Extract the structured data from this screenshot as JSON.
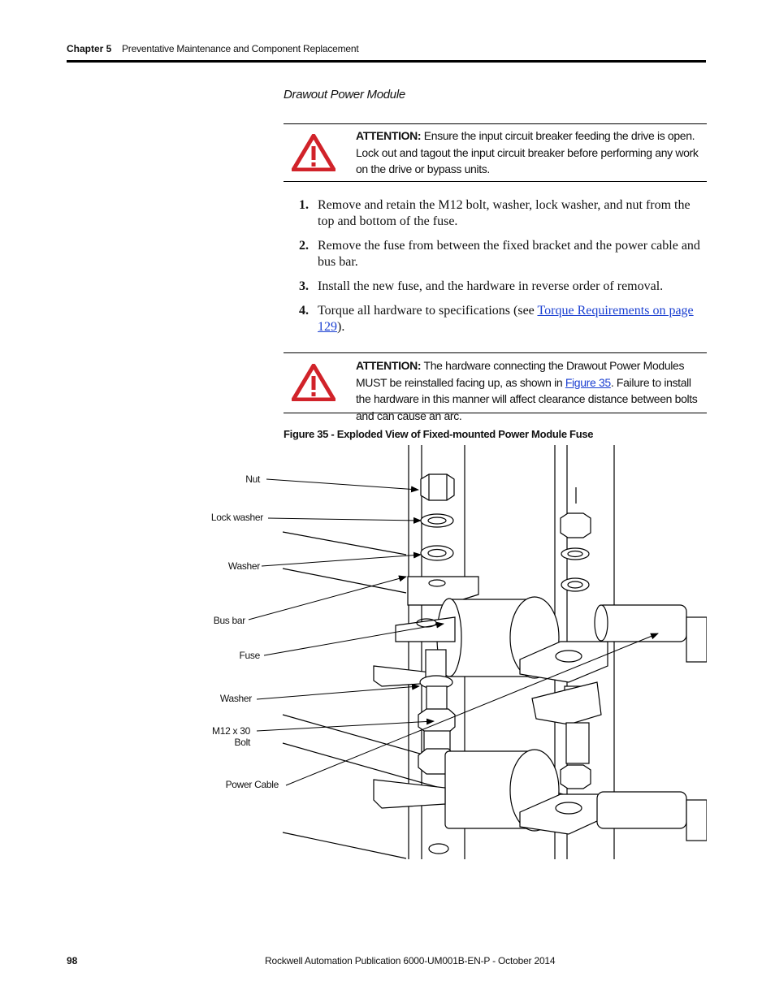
{
  "header": {
    "chapter": "Chapter 5",
    "title": "Preventative Maintenance and Component Replacement"
  },
  "section_title": "Drawout Power Module",
  "attention1": {
    "label": "ATTENTION:",
    "text": " Ensure the input circuit breaker feeding the drive is open. Lock out and tagout the input circuit breaker before performing any work on the drive or bypass units."
  },
  "steps": [
    {
      "num": "1.",
      "text": "Remove and retain the M12 bolt, washer, lock washer, and nut from the top and bottom of the fuse."
    },
    {
      "num": "2.",
      "text": "Remove the fuse from between the fixed bracket and the power cable and bus bar."
    },
    {
      "num": "3.",
      "text": "Install the new fuse, and the hardware in reverse order of removal."
    },
    {
      "num": "4.",
      "text_before": "Torque all hardware to specifications (see ",
      "link": "Torque Requirements on page 129",
      "text_after": ")."
    }
  ],
  "attention2": {
    "label": "ATTENTION:",
    "text_before": " The hardware connecting the Drawout Power Modules MUST be reinstalled facing up, as shown in ",
    "link": "Figure 35",
    "text_after": ". Failure to install the hardware in this manner will affect clearance distance between bolts and can cause an arc."
  },
  "figure": {
    "caption": "Figure 35 - Exploded View of Fixed-mounted Power Module Fuse",
    "callouts": [
      "Nut",
      "Lock washer",
      "Washer",
      "Bus bar",
      "Fuse",
      "Washer",
      "M12 x 30 Bolt",
      "Power Cable"
    ]
  },
  "footer": {
    "page": "98",
    "publication": "Rockwell Automation Publication 6000-UM001B-EN-P - October 2014"
  },
  "colors": {
    "attention_red": "#d1232a",
    "link_blue": "#1a3fd1"
  }
}
